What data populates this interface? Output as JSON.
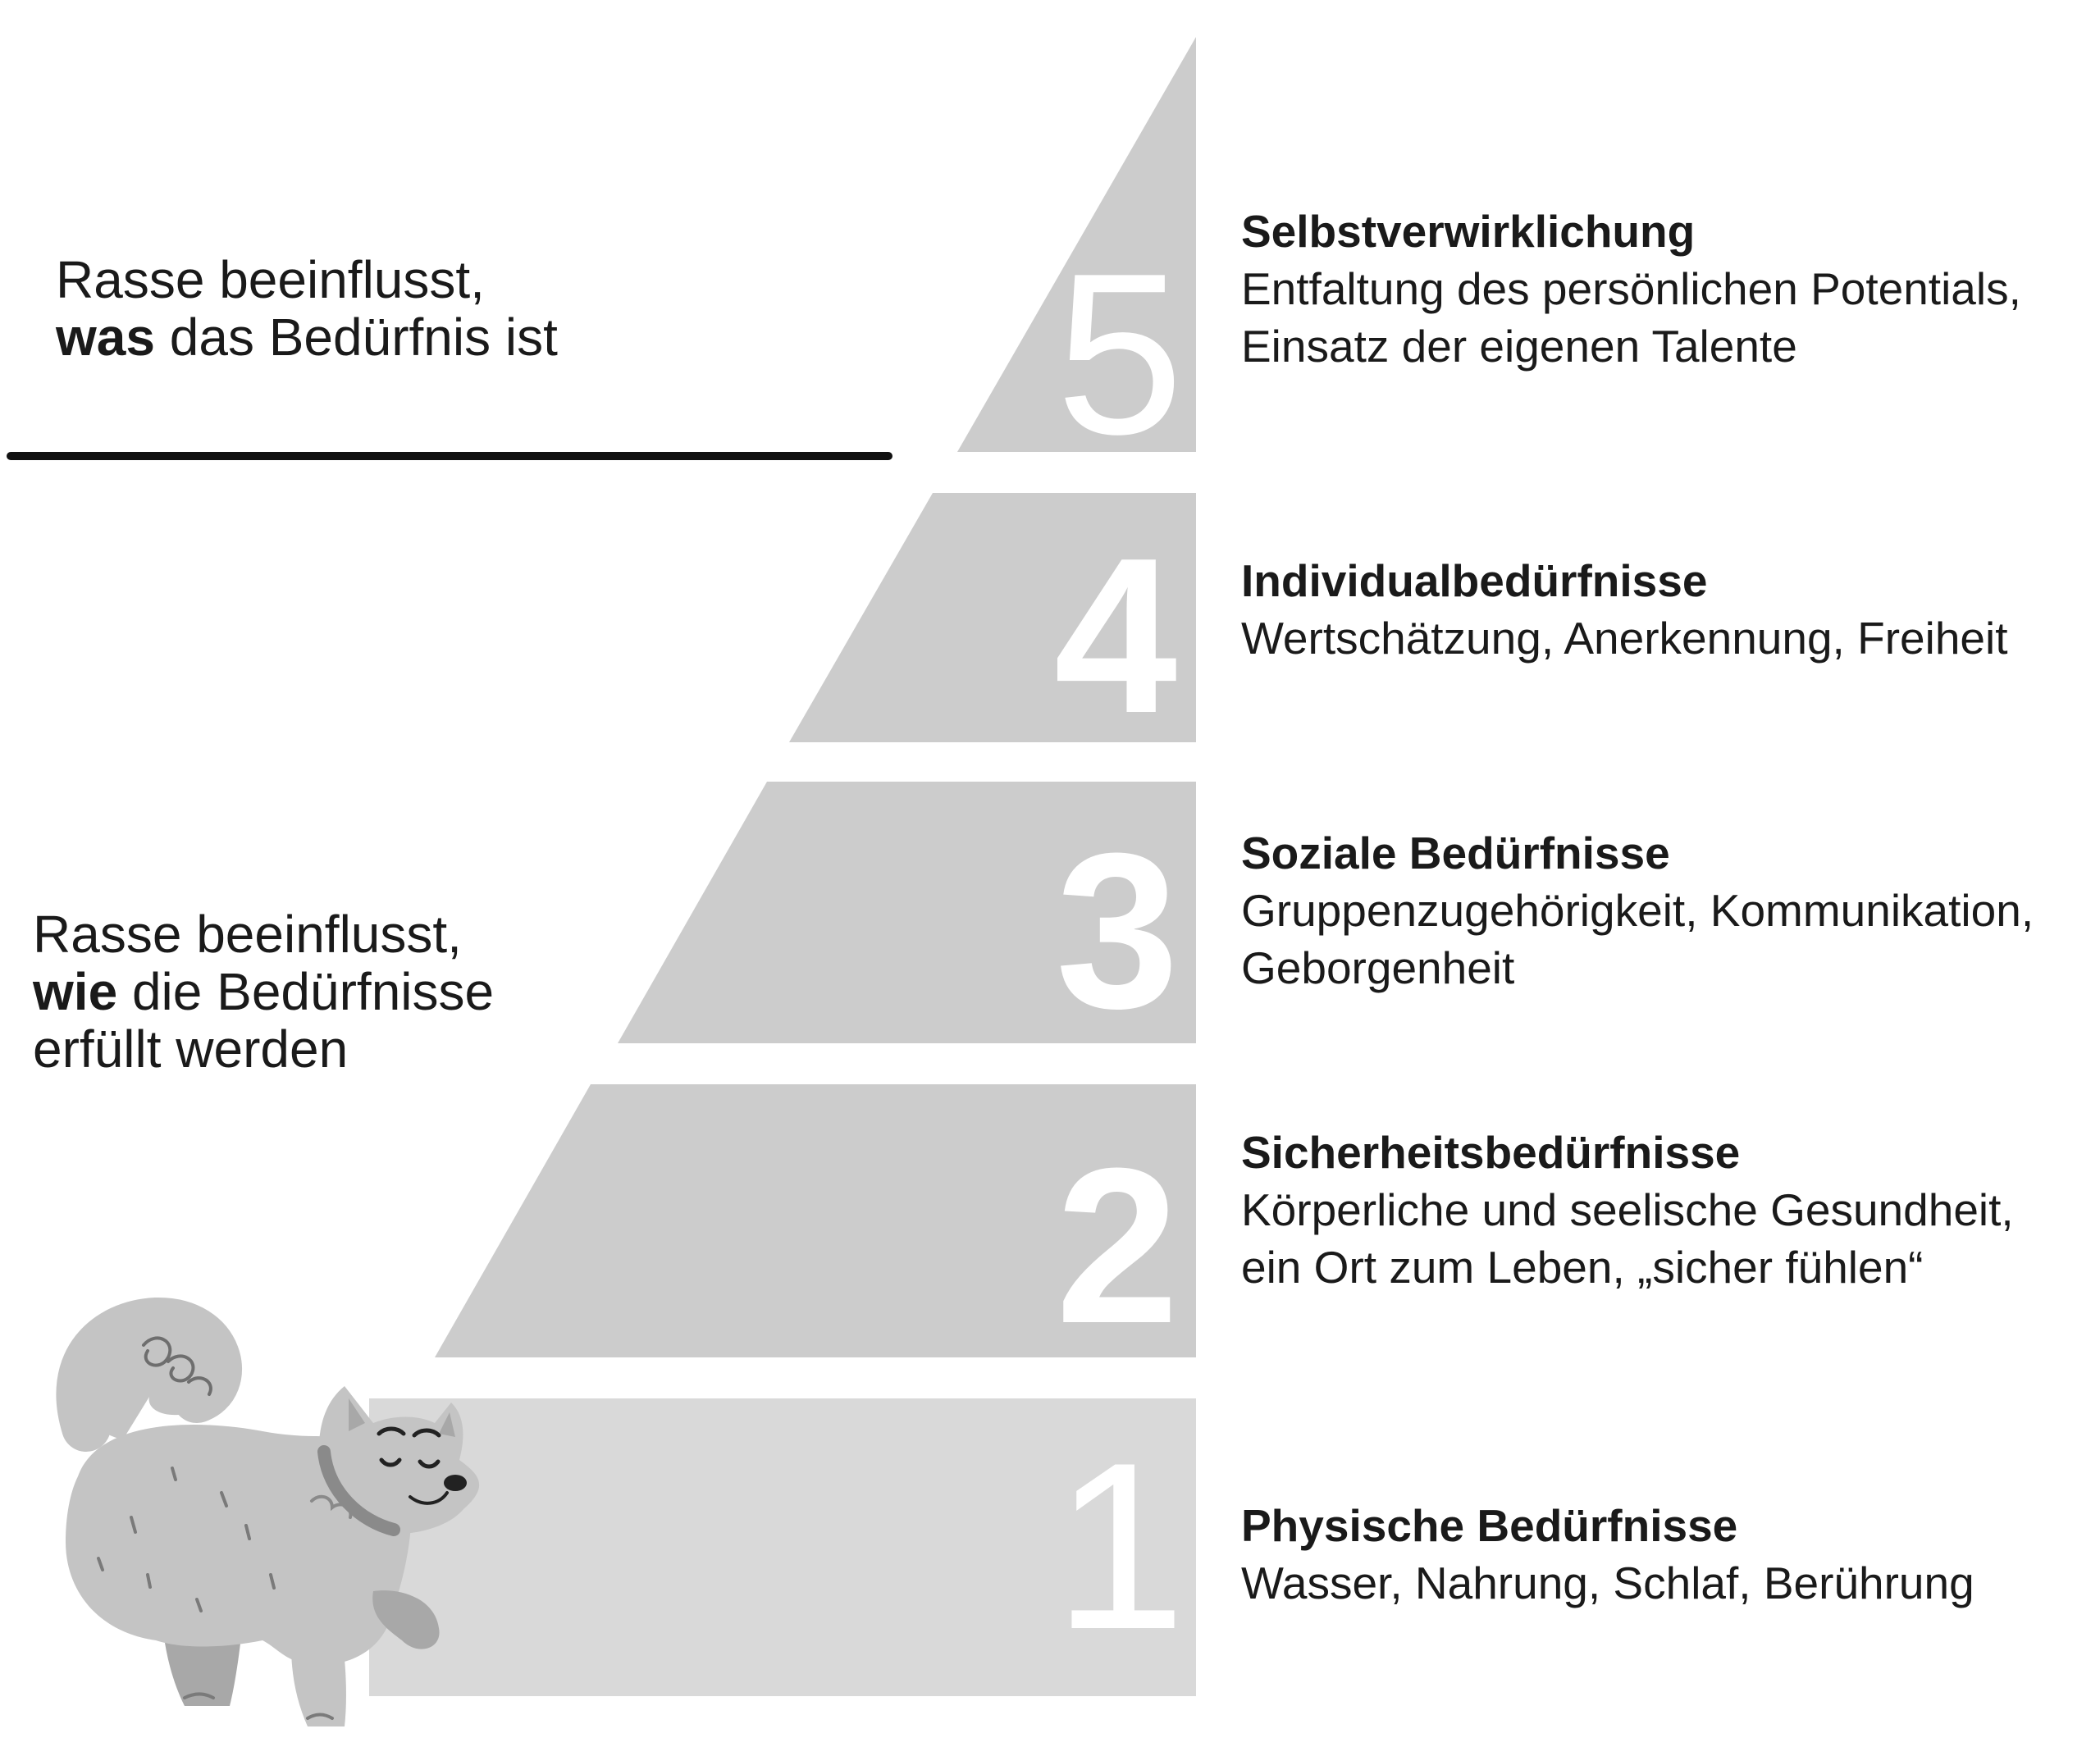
{
  "notes": {
    "top": {
      "line1": "Rasse beeinflusst,",
      "bold": "was",
      "rest": " das Bedürfnis ist"
    },
    "bottom": {
      "line1": "Rasse beeinflusst,",
      "bold": "wie",
      "rest": " die Bedürfnisse",
      "line3": "erfüllt werden"
    }
  },
  "levels": [
    {
      "number": "5",
      "title": "Selbstverwirklichung",
      "desc1": "Entfaltung des persönlichen Potentials,",
      "desc2": "Einsatz der eigenen Talente"
    },
    {
      "number": "4",
      "title": "Individualbedürfnisse",
      "desc1": "Wertschätzung, Anerkennung, Freiheit",
      "desc2": ""
    },
    {
      "number": "3",
      "title": "Soziale Bedürfnisse",
      "desc1": "Gruppenzugehörigkeit, Kommunikation,",
      "desc2": "Geborgenheit"
    },
    {
      "number": "2",
      "title": "Sicherheitsbedürfnisse",
      "desc1": "Körperliche und seelische Gesundheit,",
      "desc2": "ein Ort zum Leben, „sicher fühlen“"
    },
    {
      "number": "1",
      "title": "Physische Bedürfnisse",
      "desc1": "Wasser, Nahrung, Schlaf, Berührung",
      "desc2": ""
    }
  ],
  "colors": {
    "tier": "#cccccc",
    "tier_base": "#d9d9d9",
    "numeral": "#ffffff",
    "text": "#1a1a1a",
    "dog_body": "#c4c4c4",
    "dog_shadow": "#a8a8a8",
    "dog_line": "#6e6e6e"
  },
  "icons": [
    "dog-illustration-icon"
  ]
}
